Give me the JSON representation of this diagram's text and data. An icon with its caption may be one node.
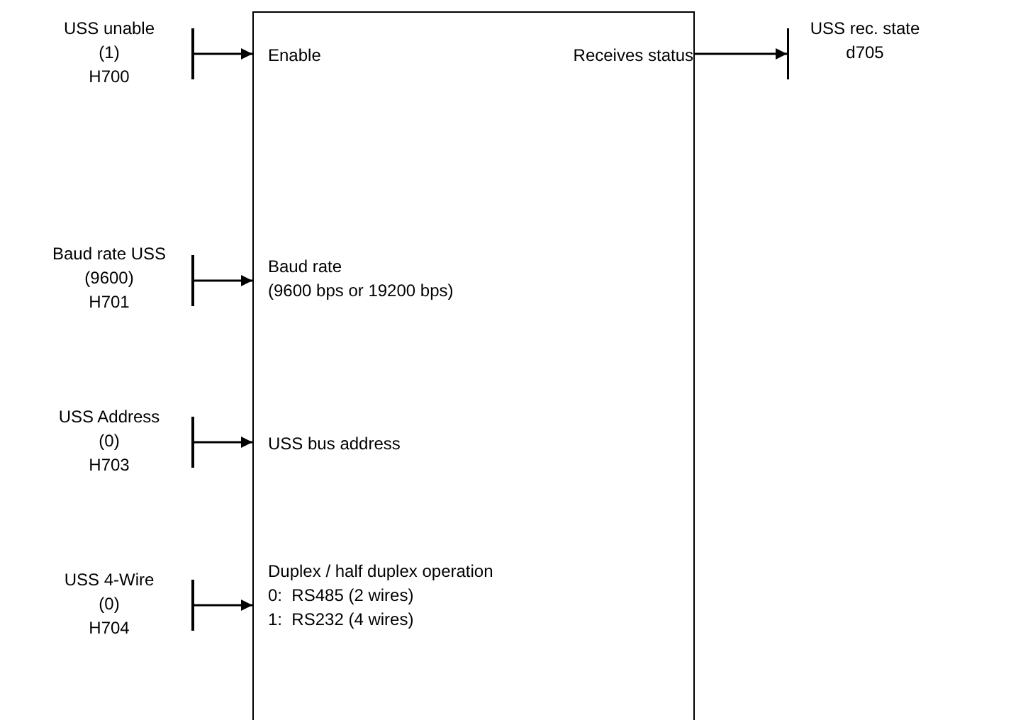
{
  "diagram": {
    "nodes": [
      {
        "text": [],
        "shape": "box"
      },
      {
        "text": [
          "USS unable",
          "(1)",
          "H700"
        ]
      },
      {
        "text": [
          "Enable"
        ],
        "in": 0
      },
      {
        "text": [
          "Baud rate USS",
          "(9600)",
          "H701"
        ]
      },
      {
        "text": [
          "Baud rate",
          "(9600 bps or 19200 bps)"
        ],
        "in": 0
      },
      {
        "text": [
          "USS Address",
          "(0)",
          "H703"
        ]
      },
      {
        "text": [
          "USS bus address"
        ],
        "in": 0
      },
      {
        "text": [
          "USS 4-Wire",
          "(0)",
          "H704"
        ]
      },
      {
        "text": [
          "Duplex / half duplex operation",
          "0:  RS485 (2 wires)",
          "1:  RS232 (4 wires)"
        ],
        "in": 0
      },
      {
        "text": [
          "Receives status"
        ],
        "in": 0
      },
      {
        "text": [
          "USS rec. state",
          "d705"
        ]
      }
    ],
    "edges": [
      {
        "from": 1,
        "to": 2,
        "arrow": "to"
      },
      {
        "from": 3,
        "to": 4,
        "arrow": "to"
      },
      {
        "from": 5,
        "to": 6,
        "arrow": "to"
      },
      {
        "from": 7,
        "to": 8,
        "arrow": "to"
      },
      {
        "from": 9,
        "to": 10,
        "arrow": "to"
      }
    ]
  }
}
